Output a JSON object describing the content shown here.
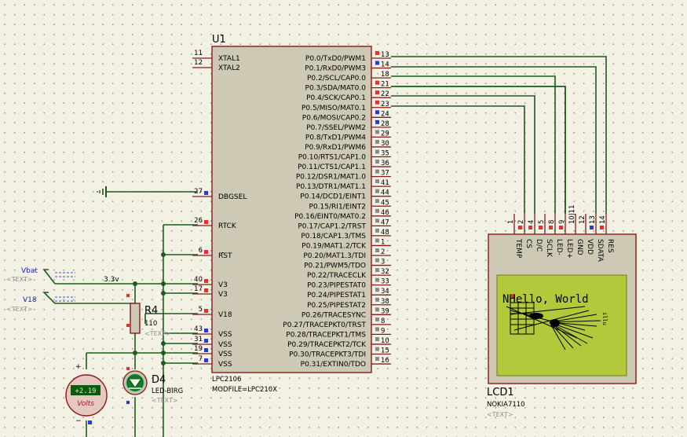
{
  "u1": {
    "ref": "U1",
    "part": "LPC2106",
    "modfile": "MODFILE=LPC210X",
    "left_pins": [
      {
        "name": "XTAL1",
        "num": "11",
        "marker": "none"
      },
      {
        "name": "XTAL2",
        "num": "12",
        "marker": "none"
      },
      {
        "name": "DBGSEL",
        "num": "27",
        "marker": "blue"
      },
      {
        "name": "RTCK",
        "num": "26",
        "marker": "red"
      },
      {
        "name": "RST",
        "num": "6",
        "marker": "red",
        "overline": true
      },
      {
        "name": "V3",
        "num": "40",
        "marker": "red"
      },
      {
        "name": "V3",
        "num": "17",
        "marker": "red"
      },
      {
        "name": "V18",
        "num": "5",
        "marker": "red"
      },
      {
        "name": "VSS",
        "num": "43",
        "marker": "blue"
      },
      {
        "name": "VSS",
        "num": "31",
        "marker": "blue"
      },
      {
        "name": "VSS",
        "num": "19",
        "marker": "blue"
      },
      {
        "name": "VSS",
        "num": "7",
        "marker": "blue"
      }
    ],
    "right_pins": [
      {
        "name": "P0.0/TxD0/PWM1",
        "num": "13",
        "marker": "red"
      },
      {
        "name": "P0.1/RxD0/PWM3",
        "num": "14",
        "marker": "blue"
      },
      {
        "name": "P0.2/SCL/CAP0.0",
        "num": "18",
        "marker": "none"
      },
      {
        "name": "P0.3/SDA/MAT0.0",
        "num": "21",
        "marker": "red"
      },
      {
        "name": "P0.4/SCK/CAP0.1",
        "num": "22",
        "marker": "red"
      },
      {
        "name": "P0.5/MISO/MAT0.1",
        "num": "23",
        "marker": "red"
      },
      {
        "name": "P0.6/MOSI/CAP0.2",
        "num": "24",
        "marker": "blue"
      },
      {
        "name": "P0.7/SSEL/PWM2",
        "num": "28",
        "marker": "blue"
      },
      {
        "name": "P0.8/TxD1/PWM4",
        "num": "29",
        "marker": "gray"
      },
      {
        "name": "P0.9/RxD1/PWM6",
        "num": "30",
        "marker": "gray"
      },
      {
        "name": "P0.10/RTS1/CAP1.0",
        "num": "35",
        "marker": "gray"
      },
      {
        "name": "P0.11/CTS1/CAP1.1",
        "num": "36",
        "marker": "gray"
      },
      {
        "name": "P0.12/DSR1/MAT1.0",
        "num": "37",
        "marker": "gray"
      },
      {
        "name": "P0.13/DTR1/MAT1.1",
        "num": "41",
        "marker": "gray"
      },
      {
        "name": "P0.14/DCD1/EINT1",
        "num": "44",
        "marker": "gray"
      },
      {
        "name": "P0.15/RI1/EINT2",
        "num": "45",
        "marker": "gray"
      },
      {
        "name": "P0.16/EINT0/MAT0.2",
        "num": "46",
        "marker": "gray"
      },
      {
        "name": "P0.17/CAP1.2/TRST",
        "num": "47",
        "marker": "gray"
      },
      {
        "name": "P0.18/CAP1.3/TMS",
        "num": "48",
        "marker": "gray"
      },
      {
        "name": "P0.19/MAT1.2/TCK",
        "num": "1",
        "marker": "gray"
      },
      {
        "name": "P0.20/MAT1.3/TDI",
        "num": "2",
        "marker": "gray"
      },
      {
        "name": "P0.21/PWM5/TDO",
        "num": "3",
        "marker": "gray"
      },
      {
        "name": "P0.22/TRACECLK",
        "num": "32",
        "marker": "gray"
      },
      {
        "name": "P0.23/PIPESTAT0",
        "num": "33",
        "marker": "gray"
      },
      {
        "name": "P0.24/PIPESTAT1",
        "num": "34",
        "marker": "gray"
      },
      {
        "name": "P0.25/PIPESTAT2",
        "num": "38",
        "marker": "gray"
      },
      {
        "name": "P0.26/TRACESYNC",
        "num": "39",
        "marker": "gray"
      },
      {
        "name": "P0.27/TRACEPKT0/TRST",
        "num": "8",
        "marker": "gray"
      },
      {
        "name": "P0.28/TRACEPKT1/TMS",
        "num": "9",
        "marker": "gray"
      },
      {
        "name": "P0.29/TRACEPKT2/TCK",
        "num": "10",
        "marker": "gray"
      },
      {
        "name": "P0.30/TRACEPKT3/TDI",
        "num": "15",
        "marker": "gray"
      },
      {
        "name": "P0.31/EXTIN0/TDO",
        "num": "16",
        "marker": "gray"
      }
    ]
  },
  "terminals": [
    {
      "label": "Vbat",
      "placeholder": "<TEXT>"
    },
    {
      "label": "V18",
      "placeholder": "<TEXT>"
    }
  ],
  "nets": {
    "v33": "3.3v"
  },
  "r4": {
    "ref": "R4",
    "value": "110",
    "placeholder": "<TEXT>"
  },
  "d4": {
    "ref": "D4",
    "part": "LED-BIRG",
    "placeholder": "<TEXT>"
  },
  "voltmeter": {
    "reading": "+2.19",
    "unit": "Volts",
    "plus": "+",
    "minus": "−"
  },
  "lcd": {
    "ref": "LCD1",
    "part": "NOKIA7110",
    "placeholder": "<TEXT>",
    "screen_text": "NHello, World",
    "side_text": "illu",
    "pins": [
      {
        "name": "TEMP",
        "num": "1"
      },
      {
        "name": "CS",
        "num": "2"
      },
      {
        "name": "D/C",
        "num": "4"
      },
      {
        "name": "SCLK",
        "num": "5"
      },
      {
        "name": "LED-",
        "num": "8"
      },
      {
        "name": "LED+",
        "num": "9"
      },
      {
        "name": "GND",
        "num": "10|11"
      },
      {
        "name": "VDD",
        "num": "12"
      },
      {
        "name": "SDATA",
        "num": "13"
      },
      {
        "name": "RES",
        "num": "14"
      }
    ]
  },
  "colors": {
    "wire": "#1d5a1d",
    "component_border": "#8a1b1b",
    "component_fill": "#cdc9b4",
    "lcd_screen": "#b3c83a",
    "pin_red": "#e53030",
    "pin_blue": "#2a3ad0",
    "pin_gray": "#8a8a8a"
  }
}
